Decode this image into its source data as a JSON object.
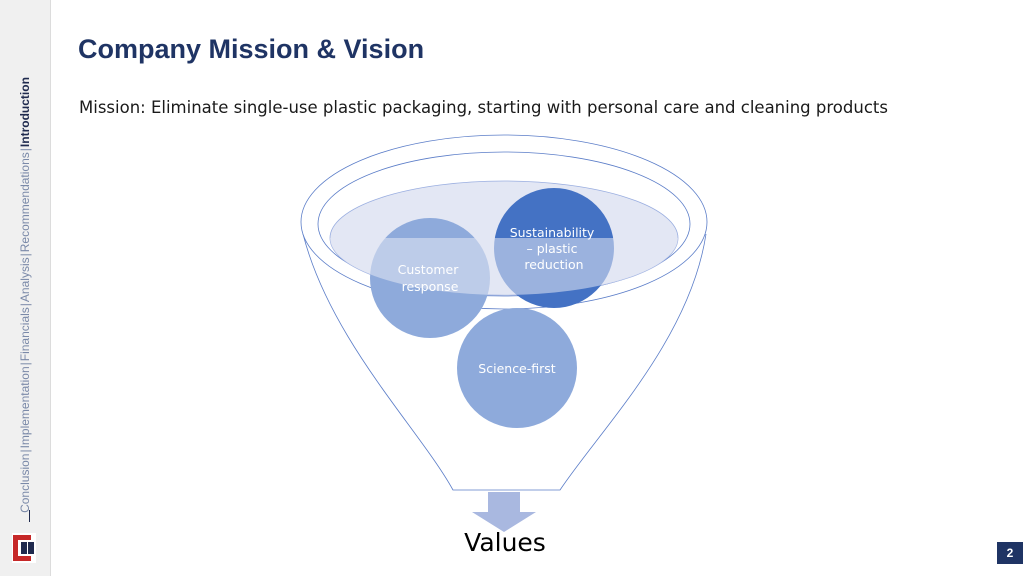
{
  "slide": {
    "title": "Company Mission & Vision",
    "mission": "Mission: Eliminate single-use plastic packaging, starting with personal care and cleaning products",
    "page_number": "2"
  },
  "sidebar": {
    "nav_items": [
      "Conclusion",
      "Implementation",
      "Financials",
      "Analysis",
      "Recommendations",
      "Introduction"
    ],
    "active_item": "Introduction",
    "separator": "|"
  },
  "diagram": {
    "circles": [
      {
        "label_lines": [
          "Customer",
          "response"
        ]
      },
      {
        "label_lines": [
          "Sustainability",
          "– plastic",
          "reduction"
        ]
      },
      {
        "label_lines": [
          "Science-first"
        ]
      }
    ],
    "output_label": "Values"
  },
  "colors": {
    "title": "#1f3464",
    "circle_light": "#8eaadb",
    "circle_dark": "#4472c4",
    "funnel_outline": "#5b7dc8",
    "funnel_fill": "#e3e7f4",
    "arrow": "#a9b8e0",
    "page_badge": "#1f3464"
  }
}
